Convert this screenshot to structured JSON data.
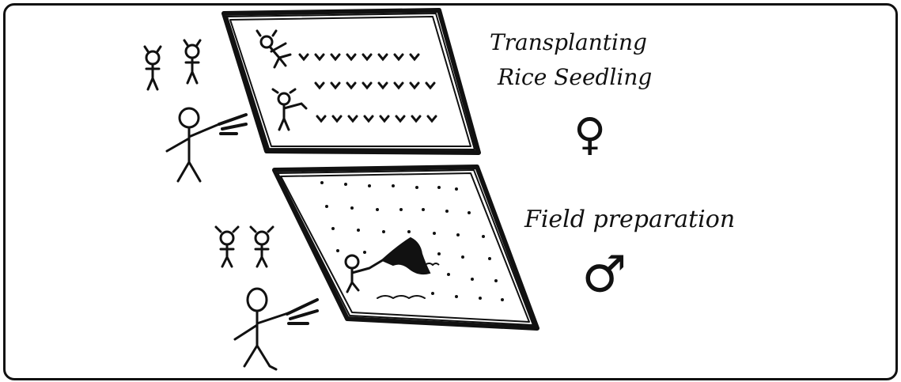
{
  "sketch": {
    "top_label_line1": "Transplanting",
    "top_label_line2": "Rice Seedling",
    "bottom_label": "Field preparation",
    "top_symbol_glyph": "♀",
    "bottom_symbol_glyph": "♂",
    "ink_color": "#111111"
  }
}
